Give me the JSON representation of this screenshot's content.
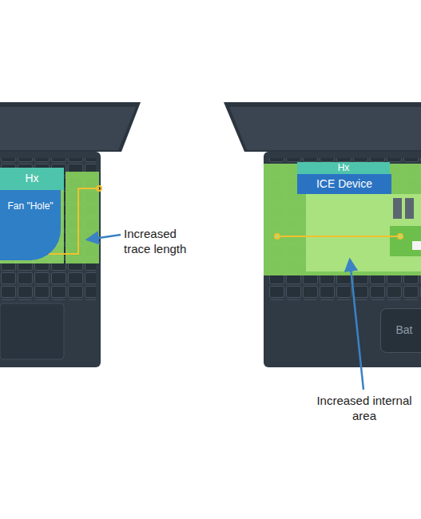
{
  "diagram": {
    "nodes": [
      {
        "text": [
          "Hx"
        ]
      },
      {
        "text": [
          "Fan \"Hole\""
        ]
      },
      {
        "text": [
          "Hx"
        ]
      },
      {
        "text": [
          "ICE Device"
        ]
      },
      {
        "text": [
          "Bat"
        ]
      }
    ],
    "labels": [
      "Increased trace length",
      "Increased internal area"
    ]
  }
}
